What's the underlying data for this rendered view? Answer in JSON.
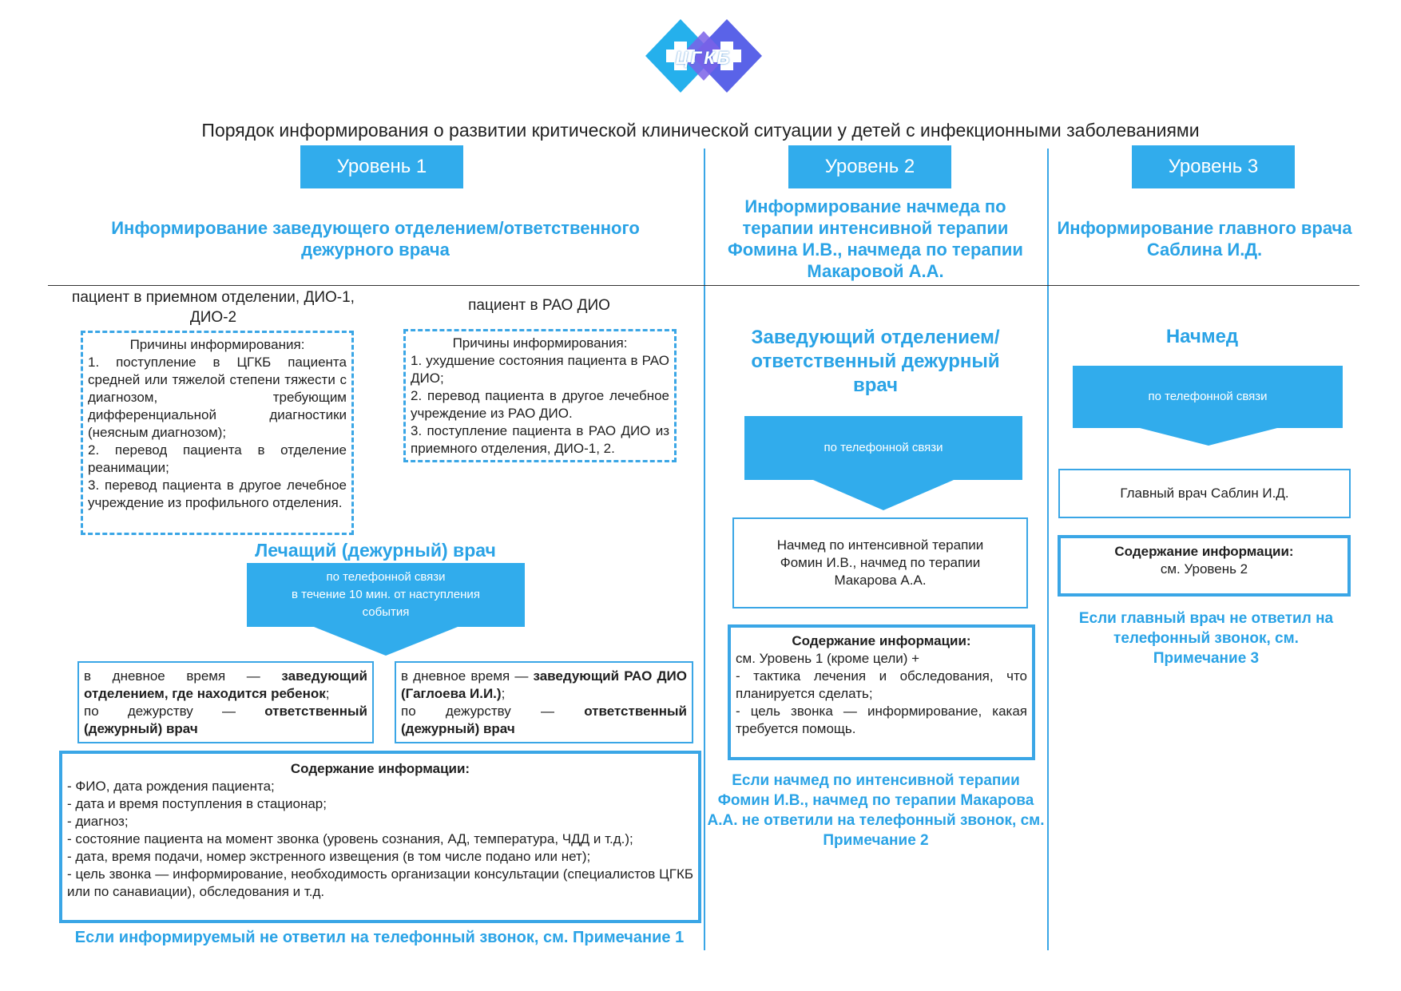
{
  "logo": {
    "text": "ЦГКБ",
    "color_left": "#25b0ec",
    "color_right": "#5a63e8"
  },
  "title": "Порядок информирования о развитии критической клинической ситуации у детей с инфекционными заболеваниями",
  "levels": [
    "Уровень 1",
    "Уровень 2",
    "Уровень 3"
  ],
  "level1": {
    "heading": "Информирование заведующего отделением/ответственного дежурного врача",
    "left_patient": "пациент в приемном отделении, ДИО-1, ДИО-2",
    "left_reasons_title": "Причины информирования:",
    "left_reasons_text": "1. поступление в ЦГКБ пациента средней или тяжелой степени тяжести с диагнозом, требующим дифференциальной диагностики (неясным диагнозом);\n2. перевод пациента в отделение реанимации;\n3. перевод пациента в другое лечебное учреждение из профильного отделения.",
    "right_patient": "пациент в РАО ДИО",
    "right_reasons_title": "Причины информирования:",
    "right_reasons_text": "1. ухудшение состояния пациента в РАО ДИО;\n2. перевод пациента в другое лечебное учреждение из РАО ДИО.\n3. поступление пациента в РАО ДИО из приемного отделения, ДИО-1, 2.",
    "doctor_title": "Лечащий (дежурный) врач",
    "arrow_lines": [
      "по телефонной связи",
      "в течение 10 мин. от наступления",
      "события"
    ],
    "day_left": {
      "a": "в дневное время — ",
      "a_bold": "заведующий отделением, где находится ребенок",
      "a_end": ";",
      "b": "по дежурству — ",
      "b_bold": "ответственный (дежурный) врач"
    },
    "day_right": {
      "a": "в дневное время — ",
      "a_bold": "заведующий РАО ДИО (Гаглоева И.И.)",
      "a_end": ";",
      "b": "по дежурству — ",
      "b_bold": "ответственный (дежурный) врач"
    },
    "content_title": "Содержание информации:",
    "content_lines": [
      "- ФИО, дата рождения пациента;",
      "- дата и время поступления в стационар;",
      "- диагноз;",
      "- состояние пациента на момент звонка (уровень сознания, АД, температура, ЧДД и т.д.);",
      "- дата, время подачи, номер экстренного извещения (в том числе подано или нет);",
      "- цель звонка — информирование, необходимость организации консультации (специалистов ЦГКБ или по санавиации), обследования и т.д."
    ],
    "note": "Если информируемый не ответил на телефонный звонок, см. Примечание 1"
  },
  "level2": {
    "heading": "Информирование начмеда по терапии интенсивной терапии Фомина И.В., начмеда по терапии Макаровой А.А.",
    "who": "Заведующий отделением/ ответственный дежурный врач",
    "arrow_text": "по телефонной связи",
    "target": "Начмед по интенсивной терапии Фомин И.В., начмед по терапии Макарова А.А.",
    "content_title": "Содержание информации:",
    "content_lines": [
      "см. Уровень 1 (кроме цели) +",
      "- тактика лечения и обследования, что планируется сделать;",
      "- цель звонка — информирование, какая требуется помощь."
    ],
    "note": "Если начмед по интенсивной терапии Фомин И.В., начмед по терапии Макарова А.А. не ответили на телефонный звонок, см. Примечание 2"
  },
  "level3": {
    "heading": "Информирование главного врача Саблина И.Д.",
    "who": "Начмед",
    "arrow_text": "по телефонной связи",
    "target": "Главный врач Саблин И.Д.",
    "content_title": "Содержание информации:",
    "content_line": "см. Уровень 2",
    "note": "Если главный врач не ответил на телефонный звонок, см. Примечание 3"
  }
}
